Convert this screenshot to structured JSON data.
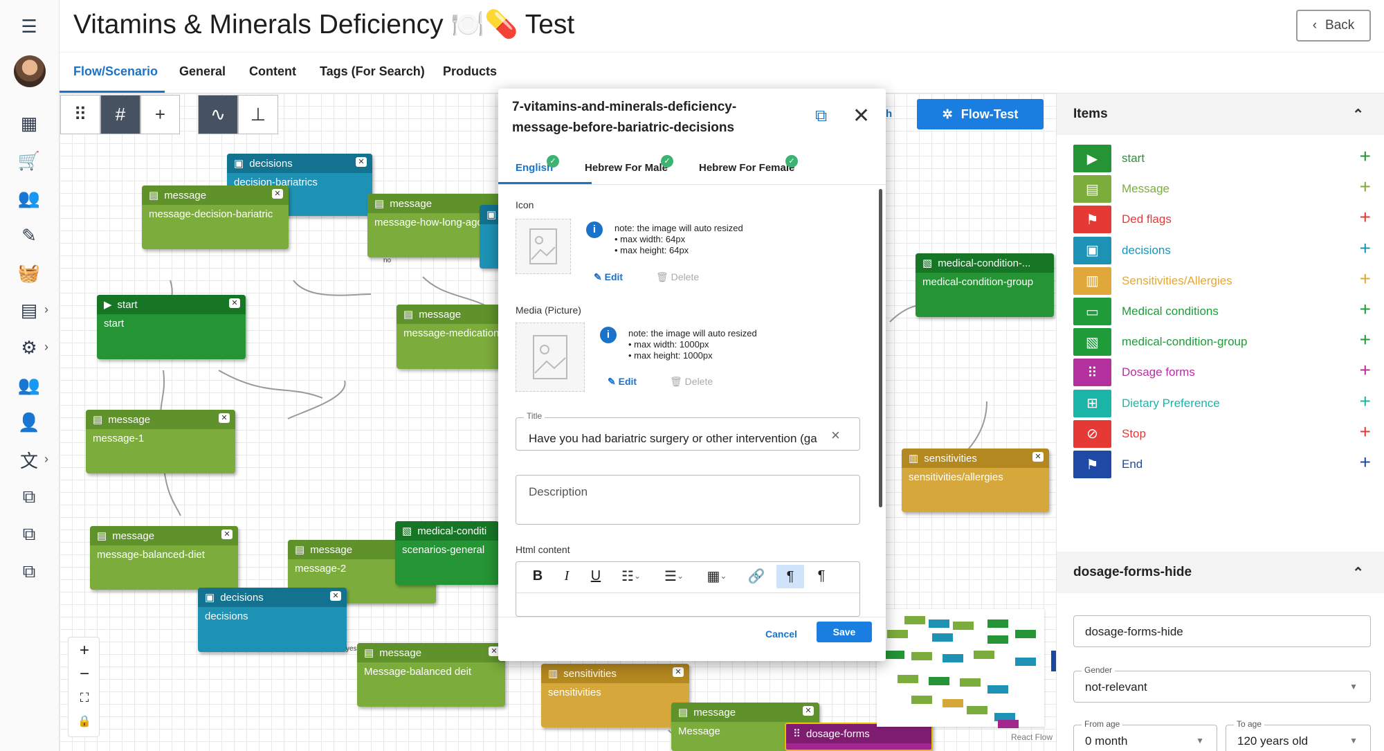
{
  "header": {
    "title": "Vitamins & Minerals Deficiency 🍽️💊 Test",
    "back_label": "Back"
  },
  "tabs": [
    "Flow/Scenario",
    "General",
    "Content",
    "Tags (For Search)",
    "Products"
  ],
  "toolbar": {
    "flow_test_label": "Flow-Test",
    "partial_text": "h"
  },
  "nodes": [
    {
      "title": "decisions",
      "body": "decision-bariatrics"
    },
    {
      "title": "message",
      "body": "message-decision-bariatric"
    },
    {
      "title": "message",
      "body": "message-how-long-ago"
    },
    {
      "title": "start",
      "body": "start"
    },
    {
      "title": "message",
      "body": "message-medication"
    },
    {
      "title": "message",
      "body": "message-1"
    },
    {
      "title": "medical-condition-...",
      "body": "medical-condition-group"
    },
    {
      "title": "sensitivities",
      "body": "sensitivities/allergies"
    },
    {
      "title": "message",
      "body": "message-balanced-diet"
    },
    {
      "title": "message",
      "body": "message-2"
    },
    {
      "title": "medical-conditi",
      "body": "scenarios-general"
    },
    {
      "title": "decisions",
      "body": "decisions"
    },
    {
      "title": "message",
      "body": "Message-balanced deit"
    },
    {
      "title": "sensitivities",
      "body": "sensitivities"
    },
    {
      "title": "message",
      "body": "Message"
    },
    {
      "title": "dosage-forms",
      "body": ""
    }
  ],
  "edge_labels": {
    "no": "no",
    "yes": "yes"
  },
  "canvas": {
    "watermark": "React Flow"
  },
  "dialog": {
    "title": "7-vitamins-and-minerals-deficiency-message-before-bariatric-decisions",
    "tabs": [
      "English",
      "Hebrew For Male",
      "Hebrew For Female"
    ],
    "icon": {
      "label": "Icon",
      "note": "note: the image will auto resized\n• max width: 64px\n• max height: 64px",
      "edit": "Edit",
      "delete": "Delete"
    },
    "media": {
      "label": "Media (Picture)",
      "note": "note: the image will auto resized\n• max width: 1000px\n• max height: 1000px",
      "edit": "Edit",
      "delete": "Delete"
    },
    "title_field": {
      "label": "Title",
      "value": "Have you had bariatric surgery or other intervention (ga"
    },
    "description_field": {
      "placeholder": "Description"
    },
    "html_label": "Html content",
    "cancel": "Cancel",
    "save": "Save"
  },
  "items_panel": {
    "header": "Items",
    "items": [
      {
        "label": "start",
        "color": "#249434"
      },
      {
        "label": "Message",
        "color": "#7cad3c"
      },
      {
        "label": "Ded flags",
        "color": "#e53935"
      },
      {
        "label": "decisions",
        "color": "#1e92b5"
      },
      {
        "label": "Sensitivities/Allergies",
        "color": "#e0a83a"
      },
      {
        "label": "Medical conditions",
        "color": "#1f9b3a"
      },
      {
        "label": "medical-condition-group",
        "color": "#1f9b3a"
      },
      {
        "label": "Dosage forms",
        "color": "#b5309f"
      },
      {
        "label": "Dietary Preference",
        "color": "#1bb5a8"
      },
      {
        "label": "Stop",
        "color": "#e53935"
      },
      {
        "label": "End",
        "color": "#1e4aa5"
      }
    ]
  },
  "node_panel": {
    "header": "dosage-forms-hide",
    "name_value": "dosage-forms-hide",
    "gender": {
      "label": "Gender",
      "value": "not-relevant"
    },
    "from_age": {
      "label": "From age",
      "value": "0 month"
    },
    "to_age": {
      "label": "To age",
      "value": "120 years old"
    }
  }
}
